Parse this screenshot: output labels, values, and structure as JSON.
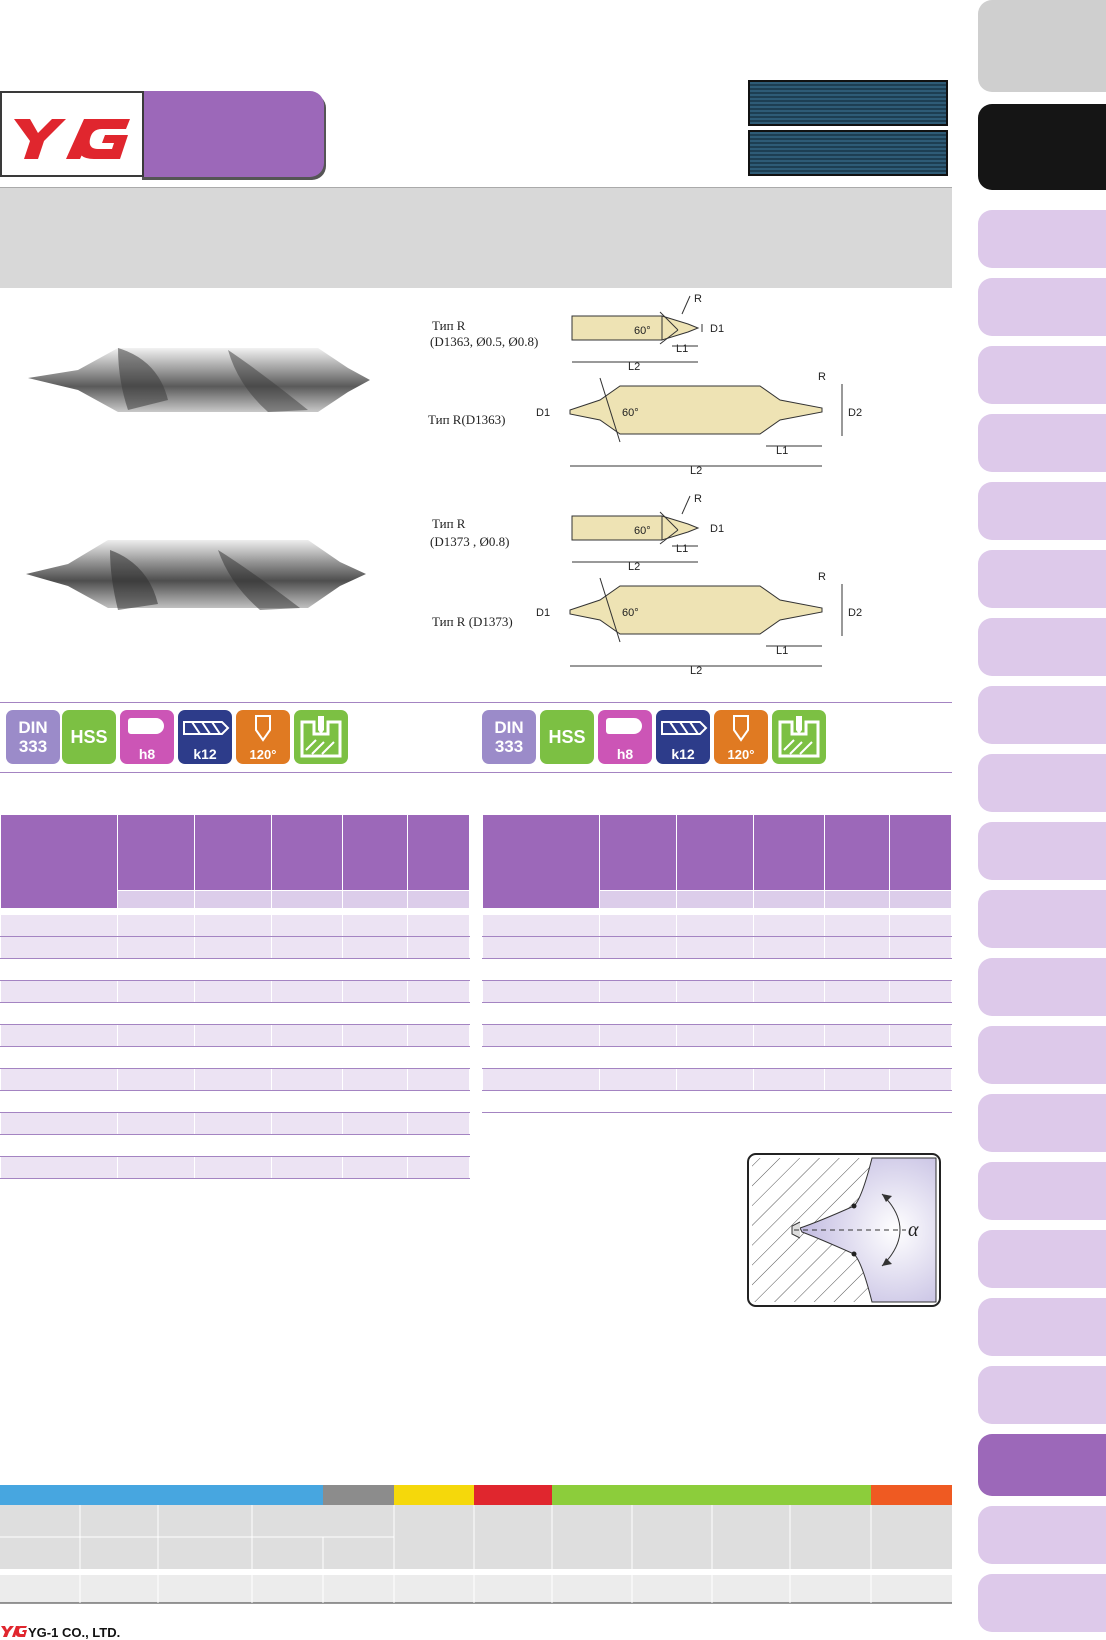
{
  "brand": {
    "logo_text": "YG",
    "company": "YG-1 CO., LTD.",
    "footer_logo": "YG"
  },
  "colors": {
    "brand_red": "#e0262e",
    "purple": "#9c68b9",
    "lilac": "#ddc9ea",
    "table_row_alt": "#ece3f3"
  },
  "diagrams": [
    {
      "label_line1": "Тип  R",
      "label_line2": "(D1363, Ø0.5, Ø0.8)",
      "angle": "60°",
      "dims": [
        "R",
        "D1",
        "L1",
        "L2"
      ]
    },
    {
      "label_line1": "Тип  R(D1363)",
      "angle": "60°",
      "dims": [
        "R",
        "D1",
        "D2",
        "L1",
        "L2"
      ]
    },
    {
      "label_line1": "Тип  R",
      "label_line2": "(D1373 , Ø0.8)",
      "angle": "60°",
      "dims": [
        "R",
        "D1",
        "L1",
        "L2"
      ]
    },
    {
      "label_line1": "Тип  R (D1373)",
      "angle": "60°",
      "dims": [
        "R",
        "D1",
        "D2",
        "L1",
        "L2"
      ]
    }
  ],
  "icons": {
    "din": "DIN",
    "din_num": "333",
    "hss": "HSS",
    "h8": "h8",
    "k12": "k12",
    "angle": "120°"
  },
  "angle_symbol": "α"
}
